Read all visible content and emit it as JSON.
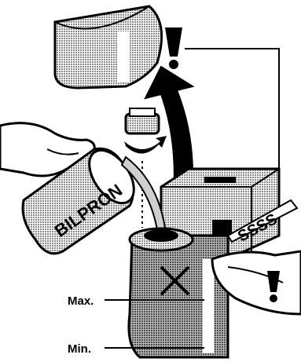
{
  "labels": {
    "can_text": "BILPRON",
    "hiss_text": "SSSS",
    "max_label": "Max.",
    "min_label": "Min."
  },
  "icons": [
    "exclamation-icon",
    "curved-arrow-icon",
    "rotation-arrow-icon",
    "cross-icon"
  ],
  "colors": {
    "ink": "#000000",
    "dot_fill": "#9a9a9a",
    "paper": "#ffffff"
  }
}
